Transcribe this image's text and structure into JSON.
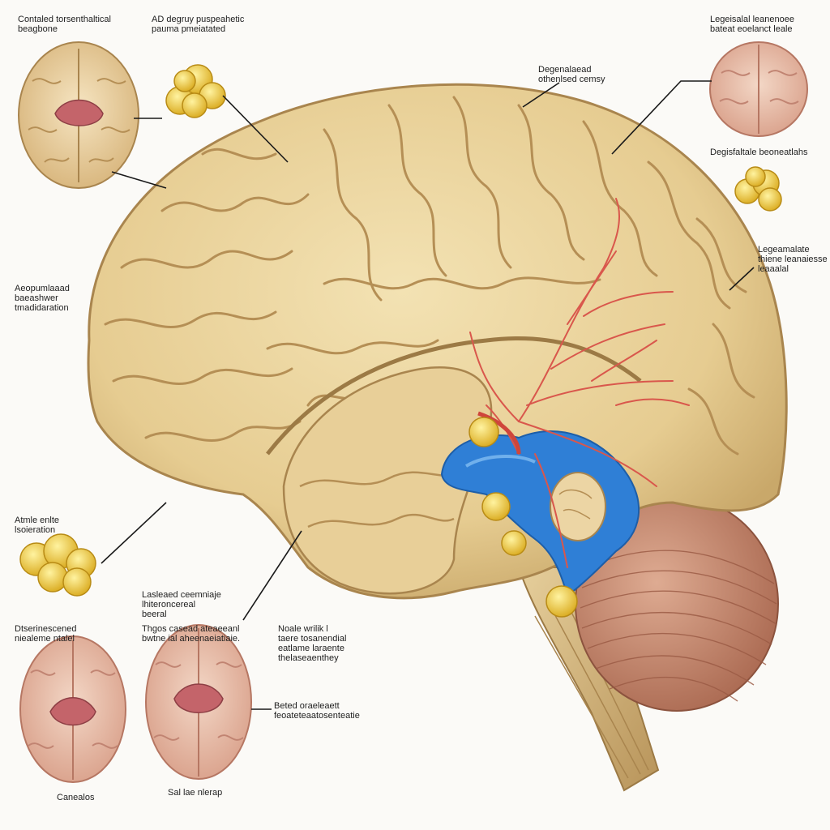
{
  "labels": {
    "top_left": "Contaled torsenthaltical\nbeagbone",
    "top_mid": "AD degruy puspeahetic\npauma pmeiatated",
    "top_center": "Degenalaead\nothenlsed cemsy",
    "top_right": "Legeisalal leanenoee\nbateat eoelanct leale",
    "right_mid": "Degisfaltale beoneatlahs",
    "right_lower": "Legeamalate\nthiene leanaiesse\nleaaalal",
    "left_mid": "Aeopumlaaad\nbaeashwer\ntmadidaration",
    "left_lower": "Atmle enlte\nlsoieration",
    "bottom_mid_a": "Lasleaed ceemniaje\nlhiteroncereal\nbeeral",
    "bottom_mid_b": "Thgos casead ateaeeanl\nbwtne ial aheenaeiatiaie.",
    "bottom_left_title": "Dtserinescened\nniealeme ntalel",
    "bottom_center": "Noale wrilik l\ntaere tosanendial\neatlame laraente\nthelaseaenthey",
    "bottom_right": "Beted oraeleaett\nfeoateteaatosenteatie",
    "caption_left": "Canealos",
    "caption_mid": "Sal lae nlerap"
  },
  "colors": {
    "cortex": "#e9d29c",
    "cortex_shadow": "#c9a86a",
    "ventricle": "#2f7fd6",
    "vessel": "#d9574c",
    "nucleus": "#f2cf38",
    "cerebellum": "#c98a70",
    "slice_pink": "#ecc3b2"
  }
}
